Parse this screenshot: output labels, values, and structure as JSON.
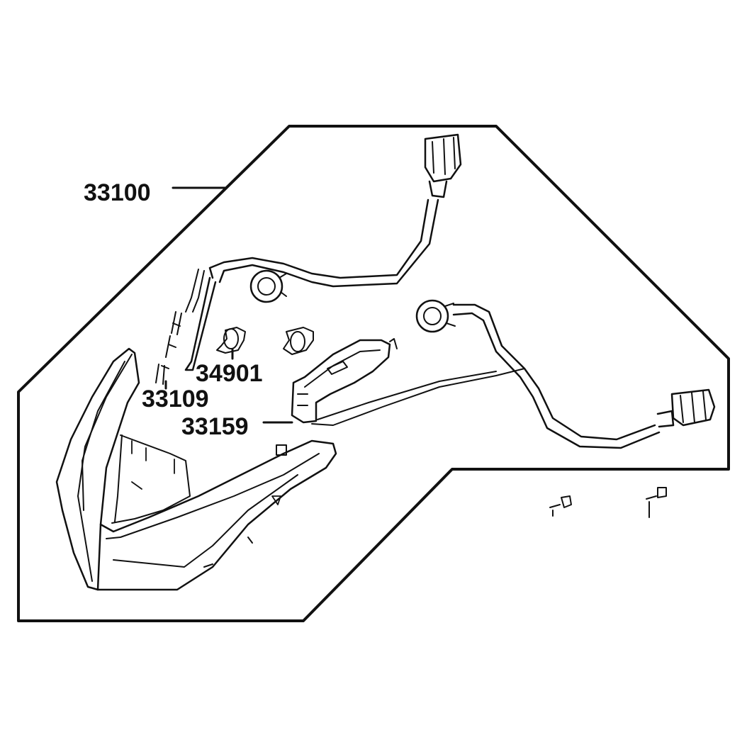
{
  "colors": {
    "ink": "#111111",
    "background": "#ffffff"
  },
  "labels": {
    "assembly": "33100",
    "bulb": "34901",
    "socket": "33109",
    "led_module": "33159"
  }
}
